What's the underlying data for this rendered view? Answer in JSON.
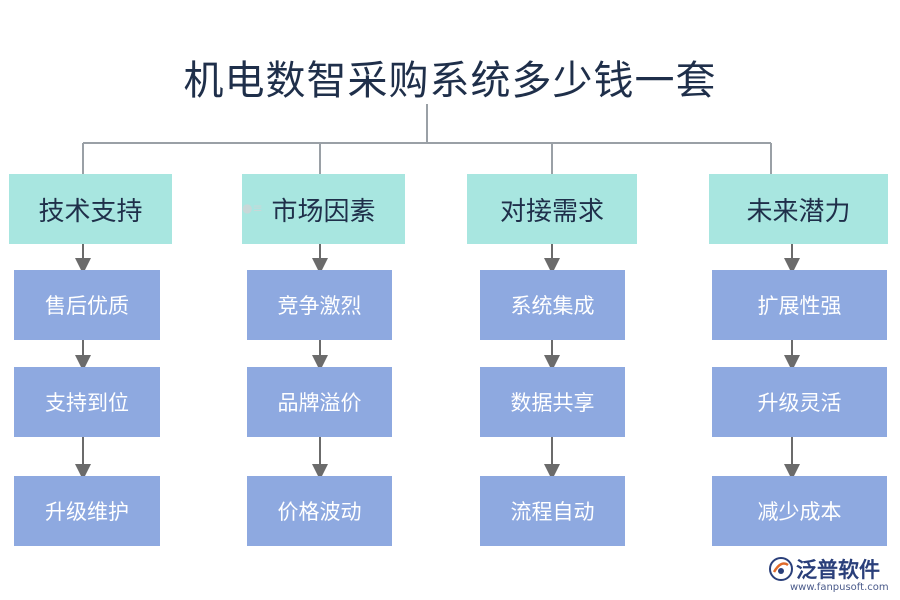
{
  "title": "机电数智采购系统多少钱一套",
  "columns": [
    {
      "heading": "技术支持",
      "items": [
        "售后优质",
        "支持到位",
        "升级维护"
      ]
    },
    {
      "heading": "市场因素",
      "items": [
        "竞争激烈",
        "品牌溢价",
        "价格波动"
      ]
    },
    {
      "heading": "对接需求",
      "items": [
        "系统集成",
        "数据共享",
        "流程自动"
      ]
    },
    {
      "heading": "未来潜力",
      "items": [
        "扩展性强",
        "升级灵活",
        "减少成本"
      ]
    }
  ],
  "logo": {
    "name": "泛普软件",
    "url": "www.fanpusoft.com",
    "icon": "fanpu-logo-icon"
  },
  "colors": {
    "title": "#1f2f4a",
    "heading_bg": "#a8e6e0",
    "item_bg": "#8ea9e0",
    "connector": "#9aa0a6",
    "arrow": "#6b6b6b"
  }
}
